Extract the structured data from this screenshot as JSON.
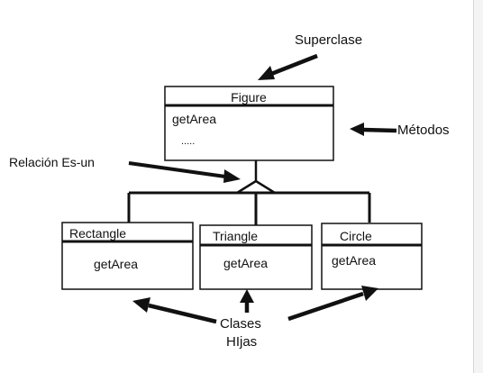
{
  "diagram": {
    "annotations": {
      "superclass": "Superclase",
      "methods": "Métodos",
      "is_a_relation": "Relación Es-un",
      "subclasses_line1": "Clases",
      "subclasses_line2": "HIjas"
    },
    "parent_class": {
      "name": "Figure",
      "methods": [
        "getArea",
        "....."
      ]
    },
    "child_classes": [
      {
        "name": "Rectangle",
        "methods": [
          "getArea"
        ]
      },
      {
        "name": "Triangle",
        "methods": [
          "getArea"
        ]
      },
      {
        "name": "Circle",
        "methods": [
          "getArea"
        ]
      }
    ]
  }
}
